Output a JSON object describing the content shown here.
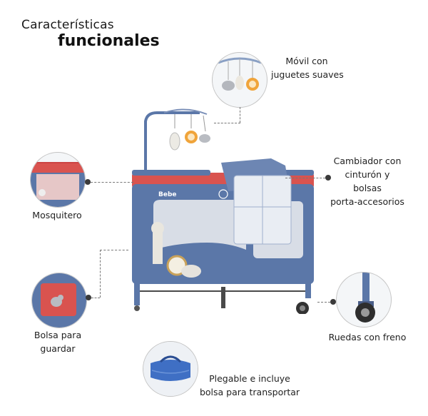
{
  "header": {
    "line1": "Características",
    "line2": "funcionales"
  },
  "features": {
    "movil": [
      "Móvil con",
      "juguetes suaves"
    ],
    "cambiador": [
      "Cambiador con",
      "cinturón y",
      "bolsas",
      "porta-accesorios"
    ],
    "mosquitero": [
      "Mosquitero"
    ],
    "bolsa": [
      "Bolsa para",
      "guardar"
    ],
    "ruedas": [
      "Ruedas con freno"
    ],
    "plegable": [
      "Plegable e incluye",
      "bolsa para transportar"
    ]
  },
  "brand": "Bebe",
  "colors": {
    "frame_blue": "#5b77a8",
    "panel_red": "#d9534f",
    "mesh_grey": "#d8dde6"
  }
}
